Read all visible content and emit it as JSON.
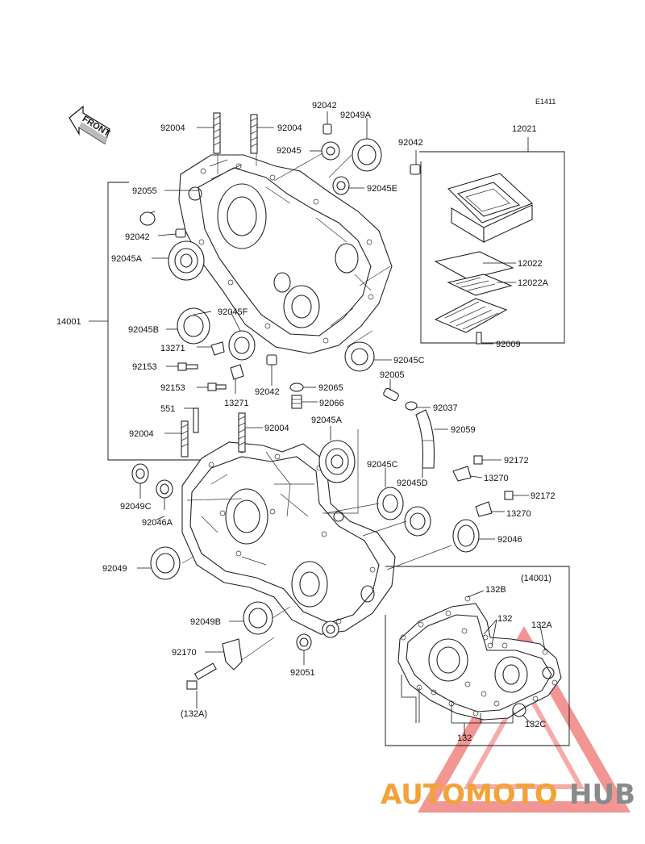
{
  "diagram": {
    "code": "E1411",
    "front_label": "FRONT",
    "labels": {
      "l92004a": "92004",
      "l92004b": "92004",
      "l92042a": "92042",
      "l92049A": "92049A",
      "l92045a": "92045",
      "l92042b": "92042",
      "l12021": "12021",
      "l92055": "92055",
      "l92045E": "92045E",
      "l92042c": "92042",
      "l92045A1": "92045A",
      "l12022": "12022",
      "l12022A": "12022A",
      "l14001": "14001",
      "l92045F": "92045F",
      "l92045B": "92045B",
      "l13271a": "13271",
      "l92009": "92009",
      "l92045C1": "92045C",
      "l92153a": "92153",
      "l92005": "92005",
      "l92153b": "92153",
      "l92042d": "92042",
      "l92065": "92065",
      "l13271b": "13271",
      "l92066": "92066",
      "l92037": "92037",
      "l551": "551",
      "l92045A2": "92045A",
      "l92004c": "92004",
      "l92059": "92059",
      "l92004d": "92004",
      "l92045C2": "92045C",
      "l92172a": "92172",
      "l13270a": "13270",
      "l92045D": "92045D",
      "l92049C": "92049C",
      "l92172b": "92172",
      "l92046A": "92046A",
      "l13270b": "13270",
      "l92046": "92046",
      "l92049": "92049",
      "l14001b": "(14001)",
      "l132B": "132B",
      "l132a": "132",
      "l132A": "132A",
      "l92049B": "92049B",
      "l92170": "92170",
      "l92051": "92051",
      "l132b": "132",
      "l132C": "132C",
      "l132Ab": "(132A)"
    }
  },
  "watermark": {
    "part1": "AUTOMOTO",
    "part2": "HUB",
    "color_orange": "#f2a23a",
    "color_gray": "#8a8a8a",
    "color_red": "#e8423c"
  }
}
